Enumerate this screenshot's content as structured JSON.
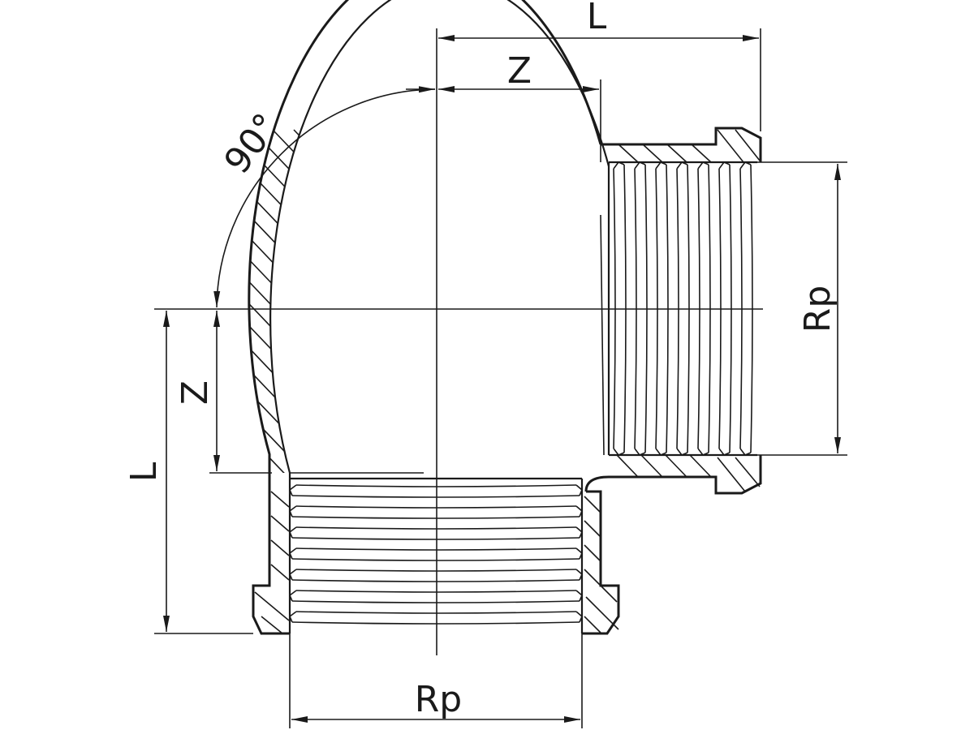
{
  "labels": {
    "length_top": "L",
    "z_top": "Z",
    "angle": "90°",
    "rp_right": "Rp",
    "z_left": "Z",
    "length_left": "L",
    "rp_bottom": "Rp"
  },
  "colors": {
    "line": "#1a1a1a",
    "background": "#ffffff"
  }
}
